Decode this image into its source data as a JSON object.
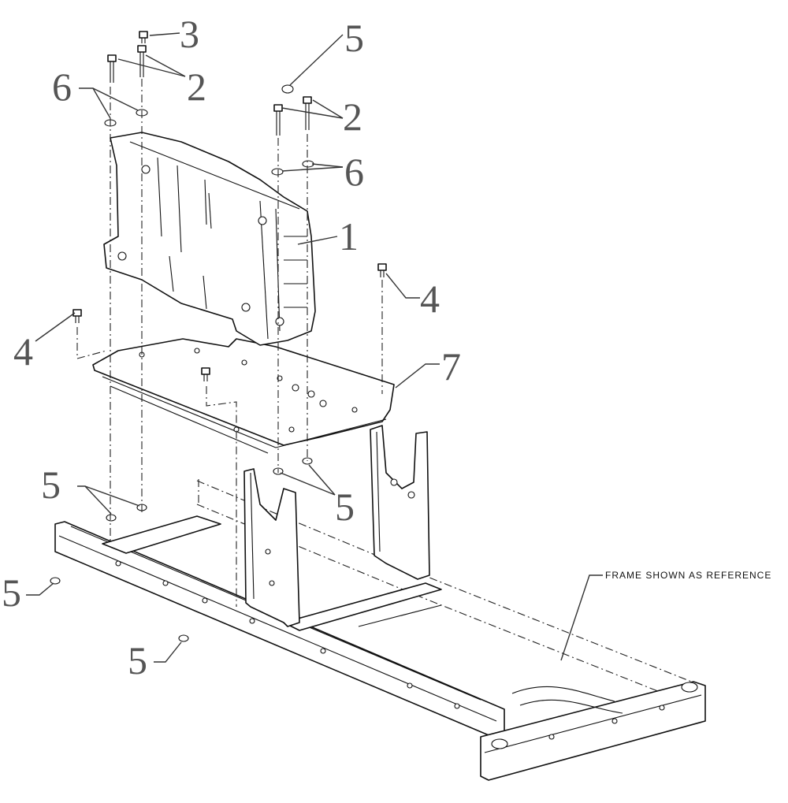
{
  "callouts": {
    "c3": "3",
    "c2a": "2",
    "c2b": "2",
    "c5a": "5",
    "c6a": "6",
    "c6b": "6",
    "c1": "1",
    "c4a": "4",
    "c4b": "4",
    "c7": "7",
    "c5b": "5",
    "c5c": "5",
    "c5d": "5",
    "c5e": "5"
  },
  "reference_note": "FRAME SHOWN AS REFERENCE",
  "colors": {
    "callout_text": "#555555",
    "line_art": "#111111",
    "background": "#ffffff"
  }
}
